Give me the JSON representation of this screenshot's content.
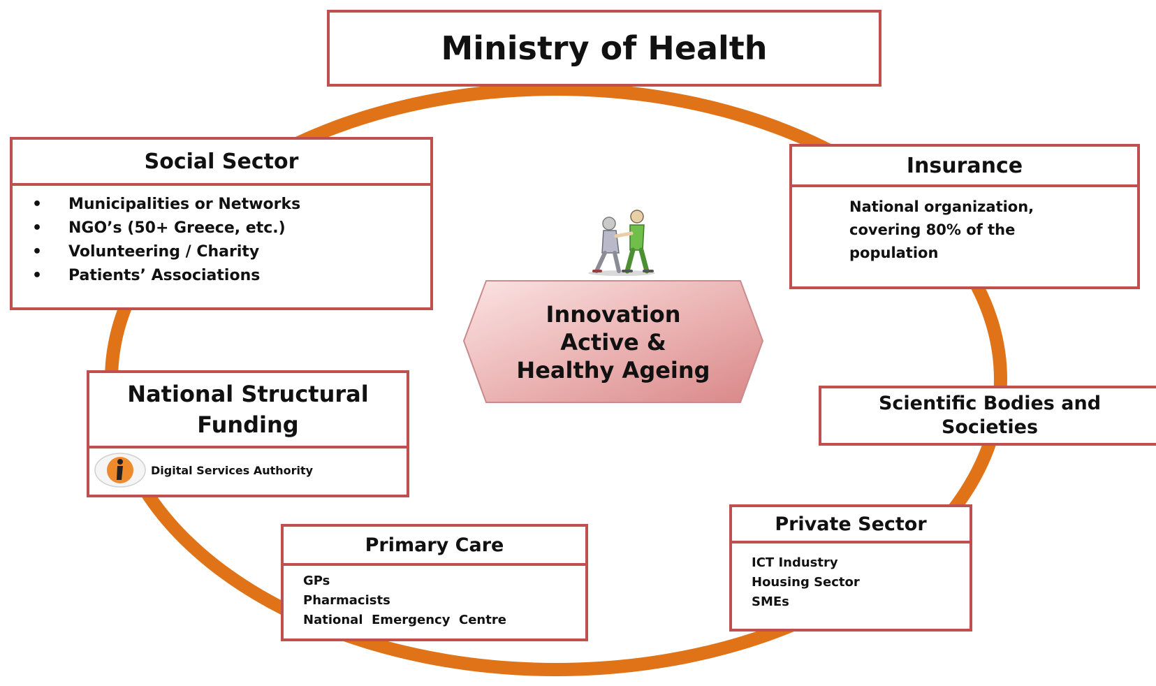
{
  "ministry": {
    "title": "Ministry of Health"
  },
  "social_sector": {
    "title": "Social Sector",
    "items": [
      "Municipalities or Networks",
      "NGO’s (50+ Greece, etc.)",
      "Volunteering / Charity",
      "Patients’ Associations"
    ]
  },
  "insurance": {
    "title": "Insurance",
    "text_lines": [
      "National organization,",
      "covering 80% of the",
      "population"
    ]
  },
  "center": {
    "lines": [
      "Innovation",
      "Active &",
      "Healthy Ageing"
    ]
  },
  "funding": {
    "title_lines": [
      "National Structural",
      "Funding"
    ],
    "logo_text": "Digital Services Authority"
  },
  "scientific": {
    "title_lines": [
      "Scientific Bodies and",
      "Societies"
    ]
  },
  "primary_care": {
    "title": "Primary Care",
    "items": [
      "GPs",
      "Pharmacists",
      "National  Emergency  Centre"
    ]
  },
  "private_sector": {
    "title": "Private Sector",
    "items": [
      "ICT Industry",
      "Housing Sector",
      "SMEs"
    ]
  },
  "colors": {
    "ring": "#e07318",
    "box_border": "#c0504d",
    "center_fill": "#e7a7a7"
  }
}
